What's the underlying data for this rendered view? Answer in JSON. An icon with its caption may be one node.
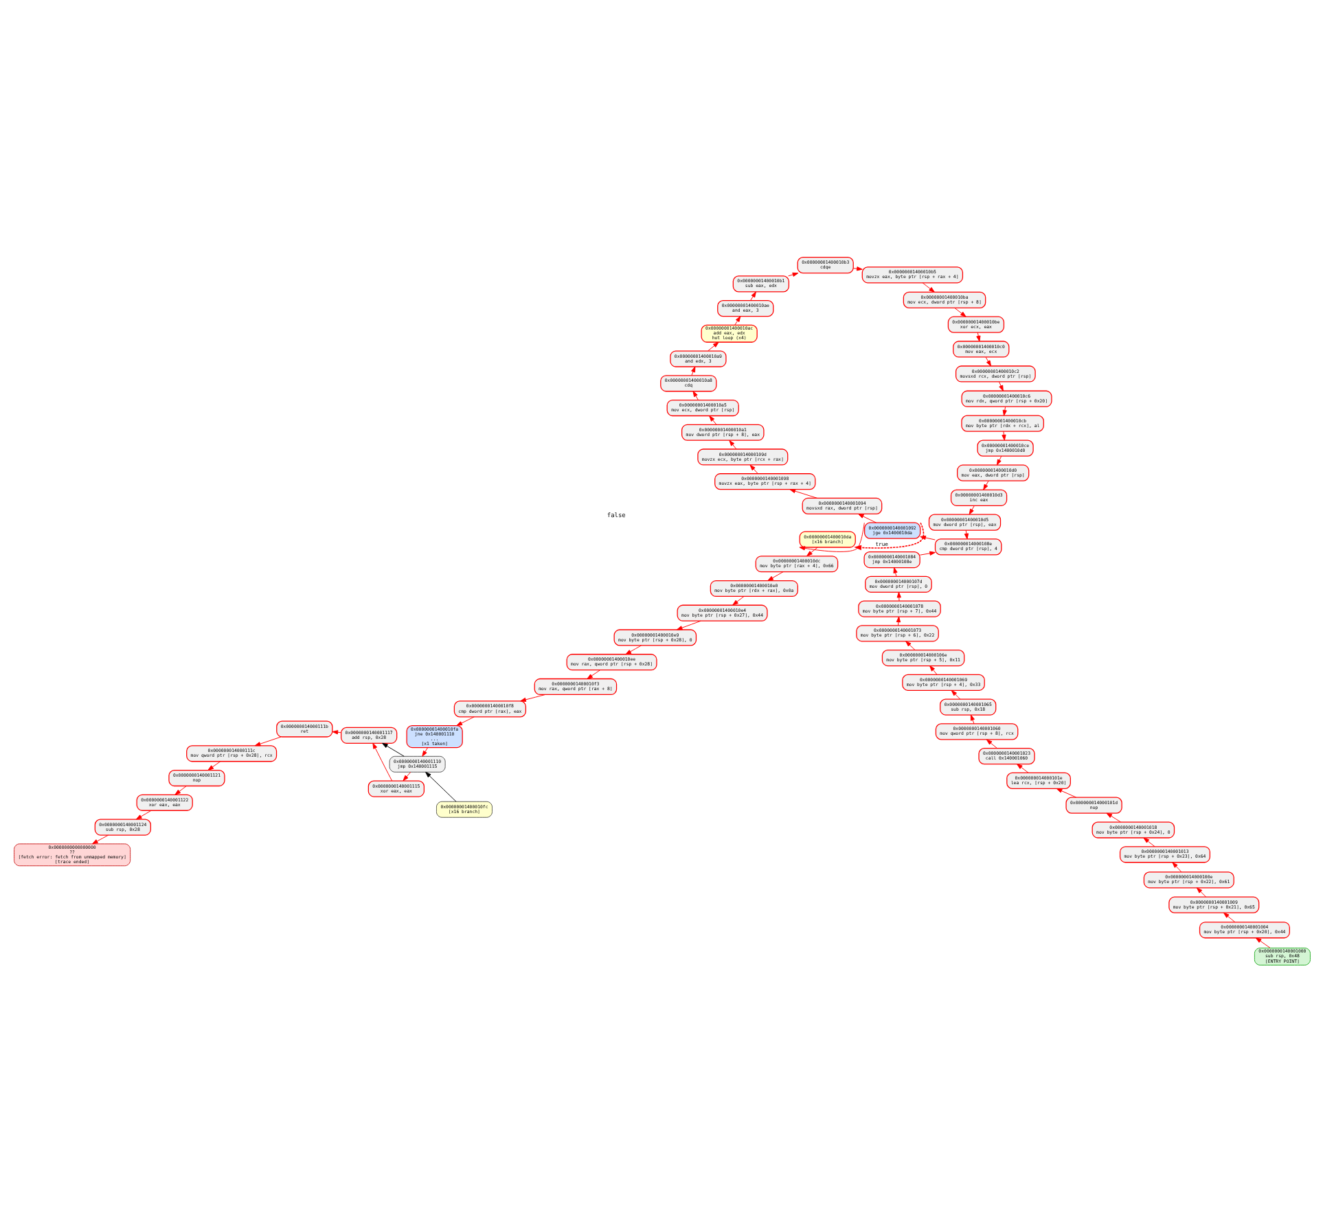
{
  "diagram": {
    "nodes": [
      {
        "text": [
          "0x0000000140001000",
          "sub rsp, 0x48",
          "[ENTRY POINT]"
        ]
      },
      {
        "text": [
          "0x0000000140001004",
          "mov byte ptr [rsp + 0x20], 0x44"
        ]
      },
      {
        "text": [
          "0x0000000140001009",
          "mov byte ptr [rsp + 0x21], 0x65"
        ]
      },
      {
        "text": [
          "0x000000014000100e",
          "mov byte ptr [rsp + 0x22], 0x61"
        ]
      },
      {
        "text": [
          "0x0000000140001013",
          "mov byte ptr [rsp + 0x23], 0x64"
        ]
      },
      {
        "text": [
          "0x0000000140001018",
          "mov byte ptr [rsp + 0x24], 0"
        ]
      },
      {
        "text": [
          "0x000000014000101d",
          "nop"
        ]
      },
      {
        "text": [
          "0x000000014000101e",
          "lea rcx, [rsp + 0x20]"
        ]
      },
      {
        "text": [
          "0x0000000140001023",
          "call 0x140001060"
        ]
      },
      {
        "text": [
          "0x0000000140001060",
          "mov qword ptr [rsp + 8], rcx"
        ]
      },
      {
        "text": [
          "0x0000000140001065",
          "sub rsp, 0x18"
        ]
      },
      {
        "text": [
          "0x0000000140001069",
          "mov byte ptr [rsp + 4], 0x33"
        ]
      },
      {
        "text": [
          "0x000000014000106e",
          "mov byte ptr [rsp + 5], 0x11"
        ]
      },
      {
        "text": [
          "0x0000000140001073",
          "mov byte ptr [rsp + 6], 0x22"
        ]
      },
      {
        "text": [
          "0x0000000140001078",
          "mov byte ptr [rsp + 7], 0x44"
        ]
      },
      {
        "text": [
          "0x000000014000107d",
          "mov dword ptr [rsp], 0"
        ]
      },
      {
        "text": [
          "0x0000000140001084",
          "jmp 0x14000108e"
        ]
      },
      {
        "text": [
          "0x000000014000108e",
          "cmp dword ptr [rsp], 4"
        ]
      },
      {
        "text": [
          "0x0000000140001092",
          "jge 0x1400010da"
        ]
      },
      {
        "text": [
          "0x00000001400010da",
          "[x16 branch]"
        ]
      },
      {
        "text": [
          "0x00000001400010dc",
          "mov byte ptr [rax + 4], 0x66"
        ]
      },
      {
        "text": [
          "0x00000001400010e0",
          "mov byte ptr [rdx + rax], 0x0a"
        ]
      },
      {
        "text": [
          "0x00000001400010e4",
          "mov byte ptr [rsp + 0x27], 0x44"
        ]
      },
      {
        "text": [
          "0x00000001400010e9",
          "mov byte ptr [rsp + 0x28], 0"
        ]
      },
      {
        "text": [
          "0x00000001400010ee",
          "mov rax, qword ptr [rsp + 0x28]"
        ]
      },
      {
        "text": [
          "0x00000001400010f3",
          "mov rax, qword ptr [rax + 8]"
        ]
      },
      {
        "text": [
          "0x00000001400010f8",
          "cmp dword ptr [rax], eax"
        ]
      },
      {
        "text": [
          "0x00000001400010fa",
          "jne 0x140001110",
          "...",
          "[x1 taken]"
        ]
      },
      {
        "text": [
          "0x00000001400010fc",
          "[x16 branch]"
        ]
      },
      {
        "text": [
          "0x0000000140001110",
          "jmp 0x140001115"
        ]
      },
      {
        "text": [
          "0x0000000140001115",
          "xor eax, eax"
        ]
      },
      {
        "text": [
          "0x0000000140001117",
          "add rsp, 0x28"
        ]
      },
      {
        "text": [
          "0x000000014000111b",
          "ret"
        ]
      },
      {
        "text": [
          "0x000000014000111c",
          "mov qword ptr [rsp + 0x28], rcx"
        ]
      },
      {
        "text": [
          "0x0000000140001121",
          "nop"
        ]
      },
      {
        "text": [
          "0x0000000140001122",
          "xor eax, eax"
        ]
      },
      {
        "text": [
          "0x0000000140001124",
          "sub rsp, 0x28"
        ]
      },
      {
        "text": [
          "0x0000000000000000",
          "??",
          "[fetch error: fetch from unmapped memory]",
          "[trace ended]"
        ]
      },
      {
        "text": [
          "0x0000000140001094",
          "movsxd rax, dword ptr [rsp]"
        ]
      },
      {
        "text": [
          "0x0000000140001098",
          "movzx eax, byte ptr [rsp + rax + 4]"
        ]
      },
      {
        "text": [
          "0x000000014000109d",
          "movzx ecx, byte ptr [rcx + rax]"
        ]
      },
      {
        "text": [
          "0x00000001400010a1",
          "mov dword ptr [rsp + 8], eax"
        ]
      },
      {
        "text": [
          "0x00000001400010a5",
          "mov ecx, dword ptr [rsp]"
        ]
      },
      {
        "text": [
          "0x00000001400010a8",
          "cdq"
        ]
      },
      {
        "text": [
          "0x00000001400010a9",
          "and edx, 3"
        ]
      },
      {
        "text": [
          "0x00000001400010ac",
          "add eax, edx",
          "hot loop (x4)"
        ]
      },
      {
        "text": [
          "0x00000001400010ae",
          "and eax, 3"
        ]
      },
      {
        "text": [
          "0x00000001400010b1",
          "sub eax, edx"
        ]
      },
      {
        "text": [
          "0x00000001400010b3",
          "cdqe"
        ]
      },
      {
        "text": [
          "0x00000001400010b5",
          "movzx eax, byte ptr [rsp + rax + 4]"
        ]
      },
      {
        "text": [
          "0x00000001400010ba",
          "mov ecx, dword ptr [rsp + 8]"
        ]
      },
      {
        "text": [
          "0x00000001400010be",
          "xor ecx, eax"
        ]
      },
      {
        "text": [
          "0x00000001400010c0",
          "mov eax, ecx"
        ]
      },
      {
        "text": [
          "0x00000001400010c2",
          "movsxd rcx, dword ptr [rsp]"
        ]
      },
      {
        "text": [
          "0x00000001400010c6",
          "mov rdx, qword ptr [rsp + 0x20]"
        ]
      },
      {
        "text": [
          "0x00000001400010cb",
          "mov byte ptr [rdx + rcx], al"
        ]
      },
      {
        "text": [
          "0x00000001400010ce",
          "jmp 0x1400010d0"
        ]
      },
      {
        "text": [
          "0x00000001400010d0",
          "mov eax, dword ptr [rsp]"
        ]
      },
      {
        "text": [
          "0x00000001400010d3",
          "inc eax"
        ]
      },
      {
        "text": [
          "0x00000001400010d5",
          "mov dword ptr [rsp], eax"
        ]
      }
    ],
    "edges": [
      {
        "from": 0,
        "to": 1,
        "arrow": "to"
      },
      {
        "from": 1,
        "to": 2,
        "arrow": "to"
      },
      {
        "from": 2,
        "to": 3,
        "arrow": "to"
      },
      {
        "from": 3,
        "to": 4,
        "arrow": "to"
      },
      {
        "from": 4,
        "to": 5,
        "arrow": "to"
      },
      {
        "from": 5,
        "to": 6,
        "arrow": "to"
      },
      {
        "from": 6,
        "to": 7,
        "arrow": "to"
      },
      {
        "from": 7,
        "to": 8,
        "arrow": "to"
      },
      {
        "from": 8,
        "to": 9,
        "arrow": "to"
      },
      {
        "from": 9,
        "to": 10,
        "arrow": "to"
      },
      {
        "from": 10,
        "to": 11,
        "arrow": "to"
      },
      {
        "from": 11,
        "to": 12,
        "arrow": "to"
      },
      {
        "from": 12,
        "to": 13,
        "arrow": "to"
      },
      {
        "from": 13,
        "to": 14,
        "arrow": "to"
      },
      {
        "from": 14,
        "to": 15,
        "arrow": "to"
      },
      {
        "from": 15,
        "to": 16,
        "arrow": "to"
      },
      {
        "from": 16,
        "to": 17,
        "arrow": "to"
      },
      {
        "from": 17,
        "to": 18,
        "arrow": "to"
      },
      {
        "from": 18,
        "to": 19,
        "arrow": "to",
        "label": "true",
        "style": "dashed"
      },
      {
        "from": 18,
        "to": 19,
        "arrow": "to"
      },
      {
        "from": 19,
        "to": 20,
        "arrow": "to"
      },
      {
        "from": 20,
        "to": 21,
        "arrow": "to"
      },
      {
        "from": 21,
        "to": 22,
        "arrow": "to"
      },
      {
        "from": 22,
        "to": 23,
        "arrow": "to"
      },
      {
        "from": 23,
        "to": 24,
        "arrow": "to"
      },
      {
        "from": 24,
        "to": 25,
        "arrow": "to"
      },
      {
        "from": 25,
        "to": 26,
        "arrow": "to"
      },
      {
        "from": 26,
        "to": 27,
        "arrow": "to"
      },
      {
        "from": 27,
        "to": 29,
        "arrow": "to"
      },
      {
        "from": 28,
        "to": 29,
        "arrow": "to",
        "color": "#000000"
      },
      {
        "from": 29,
        "to": 30,
        "arrow": "to"
      },
      {
        "from": 29,
        "to": 31,
        "arrow": "to",
        "color": "#000000"
      },
      {
        "from": 30,
        "to": 31,
        "arrow": "to"
      },
      {
        "from": 31,
        "to": 32,
        "arrow": "to"
      },
      {
        "from": 32,
        "to": 33,
        "arrow": "to"
      },
      {
        "from": 33,
        "to": 34,
        "arrow": "to"
      },
      {
        "from": 34,
        "to": 35,
        "arrow": "to"
      },
      {
        "from": 35,
        "to": 36,
        "arrow": "to"
      },
      {
        "from": 36,
        "to": 37,
        "arrow": "to"
      },
      {
        "from": 18,
        "to": 38,
        "arrow": "to"
      },
      {
        "from": 38,
        "to": 39,
        "arrow": "to"
      },
      {
        "from": 39,
        "to": 40,
        "arrow": "to"
      },
      {
        "from": 40,
        "to": 41,
        "arrow": "to"
      },
      {
        "from": 41,
        "to": 42,
        "arrow": "to"
      },
      {
        "from": 42,
        "to": 43,
        "arrow": "to"
      },
      {
        "from": 43,
        "to": 44,
        "arrow": "to"
      },
      {
        "from": 44,
        "to": 45,
        "arrow": "to"
      },
      {
        "from": 45,
        "to": 46,
        "arrow": "to"
      },
      {
        "from": 46,
        "to": 47,
        "arrow": "to"
      },
      {
        "from": 47,
        "to": 48,
        "arrow": "to"
      },
      {
        "from": 48,
        "to": 49,
        "arrow": "to"
      },
      {
        "from": 49,
        "to": 50,
        "arrow": "to"
      },
      {
        "from": 50,
        "to": 51,
        "arrow": "to"
      },
      {
        "from": 51,
        "to": 52,
        "arrow": "to"
      },
      {
        "from": 52,
        "to": 53,
        "arrow": "to"
      },
      {
        "from": 53,
        "to": 54,
        "arrow": "to"
      },
      {
        "from": 54,
        "to": 55,
        "arrow": "to"
      },
      {
        "from": 55,
        "to": 56,
        "arrow": "to"
      },
      {
        "from": 56,
        "to": 57,
        "arrow": "to"
      },
      {
        "from": 57,
        "to": 58,
        "arrow": "to"
      },
      {
        "from": 58,
        "to": 59,
        "arrow": "to"
      },
      {
        "from": 59,
        "to": 17,
        "arrow": "to"
      }
    ],
    "labels": [
      "false"
    ]
  }
}
